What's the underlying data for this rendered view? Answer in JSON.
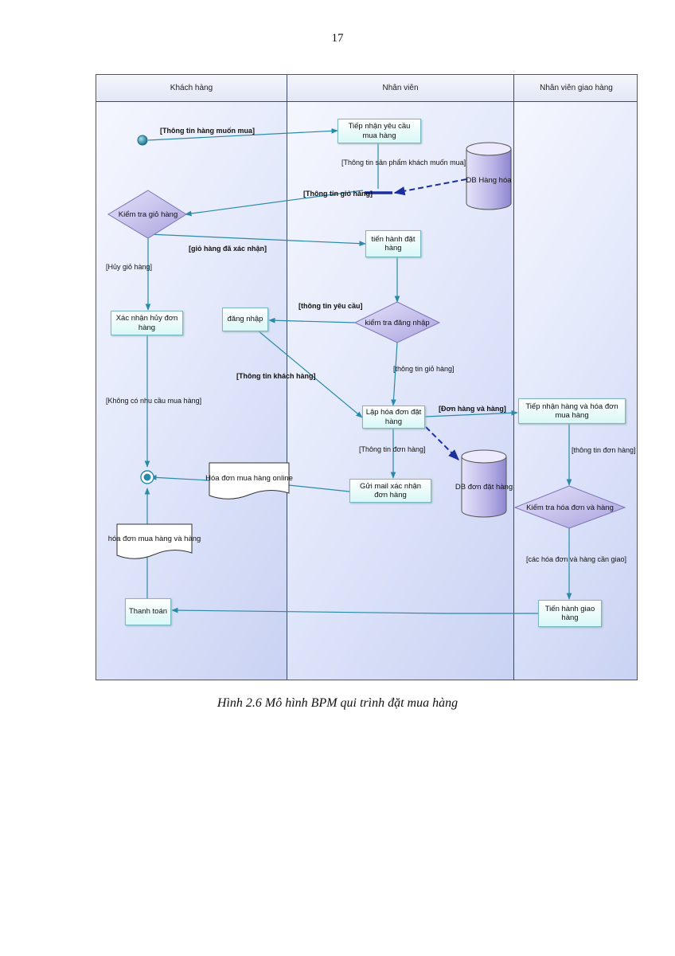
{
  "page_number": "17",
  "caption": "Hình 2.6  Mô hình BPM qui trình đặt mua hàng",
  "lanes": [
    "Khách hàng",
    "Nhân viên",
    "Nhân viên giao hàng"
  ],
  "activities": {
    "tiep_nhan_yeu_cau": "Tiếp nhận yêu cầu mua hàng",
    "tien_hanh_dat_hang": "tiến hành đặt hàng",
    "xac_nhan_huy": "Xác  nhận hủy đơn hàng",
    "dang_nhap": "đăng nhập",
    "lap_hoa_don": "Lập hóa đơn đặt hàng",
    "gui_mail": "Gửi mail xác nhận đơn hàng",
    "tiep_nhan_hang": "Tiếp nhận hàng và hóa đơn mua hàng",
    "tien_hanh_giao_hang": "Tiến hành giao hàng",
    "thanh_toan": "Thanh toán"
  },
  "decisions": {
    "kiem_tra_gio_hang": "Kiểm tra giỏ hàng",
    "kiem_tra_dang_nhap": "kiểm tra đăng nhập",
    "kiem_tra_hoa_don": "Kiểm tra hóa đơn và hàng"
  },
  "datastores": {
    "db_hang_hoa": "DB Hàng hóa",
    "db_don_dat_hang": "DB đơn đặt hàng"
  },
  "documents": {
    "hoa_don_online": "Hóa đơn mua hàng online",
    "hoa_don_hang": "hóa đơn mua hàng và hàng"
  },
  "flow_labels": {
    "thong_tin_hang_muon_mua": "[Thông tin hàng muốn mua]",
    "thong_tin_san_pham": "[Thông tin sản phẩm khách muốn mua]",
    "thong_tin_gio_hang": "[Thông tin giỏ hàng]",
    "gio_hang_da_xac_nhan": "[giỏ hàng đã xác nhận]",
    "huy_gio_hang": "[Hủy giỏ hàng]",
    "thong_tin_yeu_cau": "[thông tin yêu cầu]",
    "thong_tin_gio_hang_2": "[thông tin giỏ hàng]",
    "thong_tin_khach_hang": "[Thông tin khách hàng]",
    "khong_co_nhu_cau": "[Không có nhu cầu mua hàng]",
    "don_hang_va_hang": "[Đơn hàng và hàng]",
    "thong_tin_don_hang": "[Thông tin đơn hàng]",
    "thong_tin_don_hang_2": "[thông tin đơn hàng]",
    "cac_hoa_don": "[các hóa đơn và hàng cần giao]"
  },
  "colors": {
    "flow_line": "#2a8aa8",
    "datastore_link": "#1a2fa0",
    "box_border": "#7ab8c6",
    "diamond_fill": "#c9c4ec",
    "cylinder_fill": "#b9b5e8"
  }
}
